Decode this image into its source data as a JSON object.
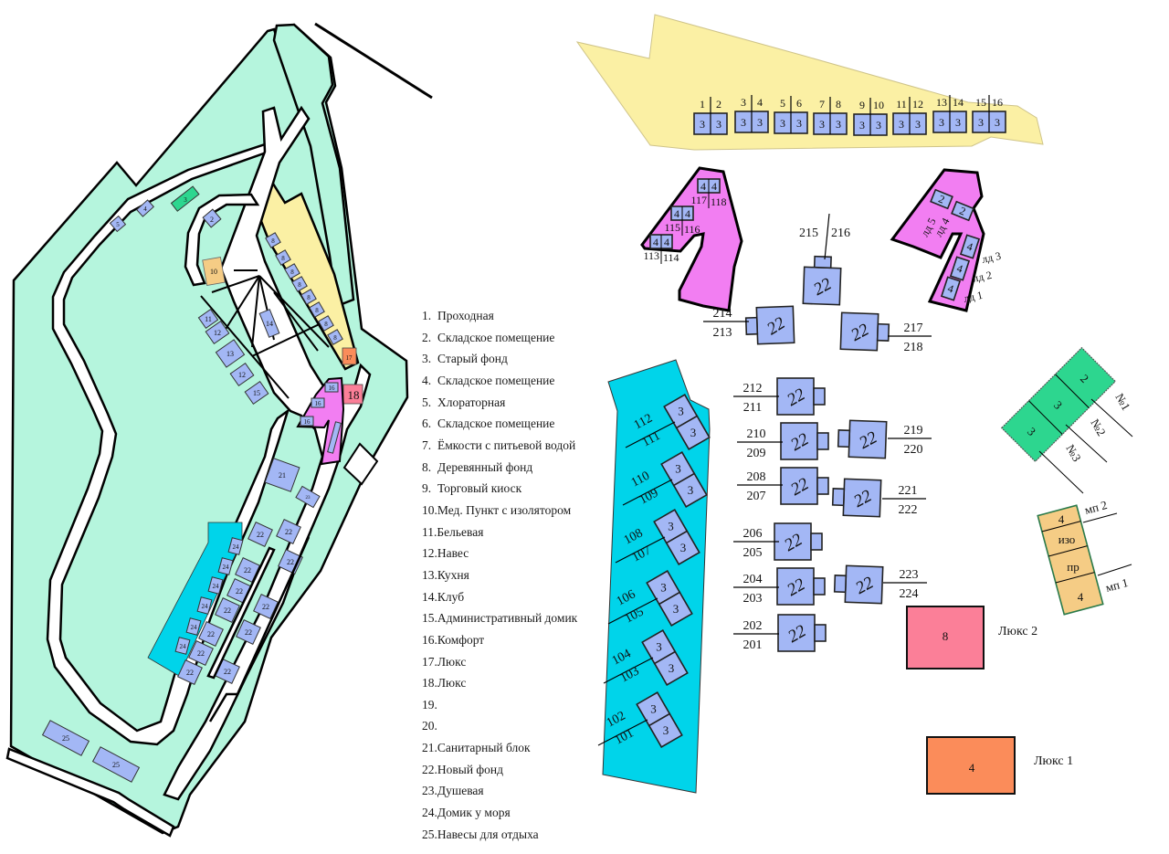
{
  "legend": {
    "items": [
      {
        "num": "1.",
        "label": "Проходная"
      },
      {
        "num": "2.",
        "label": "Складское помещение"
      },
      {
        "num": "3.",
        "label": "Старый фонд"
      },
      {
        "num": "4.",
        "label": "Складское помещение"
      },
      {
        "num": "5.",
        "label": "Хлораторная"
      },
      {
        "num": "6.",
        "label": "Складское помещение"
      },
      {
        "num": "7.",
        "label": "Ёмкости с питьевой водой"
      },
      {
        "num": "8.",
        "label": "Деревянный фонд"
      },
      {
        "num": "9.",
        "label": "Торговый киоск"
      },
      {
        "num": "10.",
        "label": "Мед. Пункт с изолятором"
      },
      {
        "num": "11.",
        "label": "Бельевая"
      },
      {
        "num": "12.",
        "label": "Навес"
      },
      {
        "num": "13.",
        "label": "Кухня"
      },
      {
        "num": "14.",
        "label": "Клуб"
      },
      {
        "num": "15.",
        "label": "Административный домик"
      },
      {
        "num": "16.",
        "label": "Комфорт"
      },
      {
        "num": "17.",
        "label": "Люкс"
      },
      {
        "num": "18.",
        "label": "Люкс"
      },
      {
        "num": "19.",
        "label": ""
      },
      {
        "num": "20.",
        "label": ""
      },
      {
        "num": "21.",
        "label": "Санитарный блок"
      },
      {
        "num": "22.",
        "label": "Новый фонд"
      },
      {
        "num": "23.",
        "label": "Душевая"
      },
      {
        "num": "24.",
        "label": "Домик у моря"
      },
      {
        "num": "25.",
        "label": "Навесы для отдыха"
      }
    ]
  },
  "overview_map": {
    "buildings": {
      "b2": "2",
      "b3": "3",
      "b4": "4",
      "b5": "5",
      "b10": "10",
      "b8": "8",
      "b11": "11",
      "b12a": "12",
      "b13": "13",
      "b12b": "12",
      "b14": "14",
      "b15": "15",
      "b16": "16",
      "b17": "17",
      "b18": "18",
      "b21": "21",
      "b23": "23",
      "b22": "22",
      "b24": "24",
      "b25": "25"
    }
  },
  "old_fund": {
    "capacity": "3",
    "rooms": [
      [
        "1",
        "2"
      ],
      [
        "3",
        "4"
      ],
      [
        "5",
        "6"
      ],
      [
        "7",
        "8"
      ],
      [
        "9",
        "10"
      ],
      [
        "11",
        "12"
      ],
      [
        "13",
        "14"
      ],
      [
        "15",
        "16"
      ]
    ]
  },
  "comfort_left": {
    "capacity": "4",
    "rooms": [
      [
        "113",
        "114"
      ],
      [
        "115",
        "116"
      ],
      [
        "117",
        "118"
      ]
    ]
  },
  "comfort_right": {
    "cap_small": "2",
    "cap_big": "4",
    "labels": [
      "лд 5",
      "лд 4",
      "лд 3",
      "лд 2",
      "лд 1"
    ]
  },
  "new_fund": {
    "capacity": "22",
    "rooms": {
      "r215_216": [
        "215",
        "216"
      ],
      "r214_213": [
        "214",
        "213"
      ],
      "r217_218": [
        "217",
        "218"
      ],
      "r212_211": [
        "212",
        "211"
      ],
      "r210_209": [
        "210",
        "209"
      ],
      "r208_207": [
        "208",
        "207"
      ],
      "r206_205": [
        "206",
        "205"
      ],
      "r204_203": [
        "204",
        "203"
      ],
      "r202_201": [
        "202",
        "201"
      ],
      "r219_220": [
        "219",
        "220"
      ],
      "r221_222": [
        "221",
        "222"
      ],
      "r223_224": [
        "223",
        "224"
      ]
    }
  },
  "sea_houses": {
    "capacity": "3",
    "rooms": [
      [
        "112",
        "111"
      ],
      [
        "110",
        "109"
      ],
      [
        "108",
        "107"
      ],
      [
        "106",
        "105"
      ],
      [
        "104",
        "103"
      ],
      [
        "102",
        "101"
      ]
    ]
  },
  "green_block": {
    "cells": [
      "2",
      "3",
      "3"
    ],
    "labels": [
      "№1",
      "№2",
      "№3"
    ]
  },
  "med_block": {
    "cells": [
      "4",
      "изо",
      "пр",
      "4"
    ],
    "labels": [
      "мп 2",
      "мп 1"
    ]
  },
  "lux": {
    "lux2": {
      "capacity": "8",
      "name": "Люкс 2"
    },
    "lux1": {
      "capacity": "4",
      "name": "Люкс 1"
    }
  },
  "colors": {
    "park_green": "#b5f5dd",
    "old_fund_yellow": "#fbf0a4",
    "comfort_pink": "#f27ef2",
    "sea_cyan": "#00d4ea",
    "house_blue": "#a3b7f5",
    "old_green": "#2dd68f",
    "med_orange": "#f5cc85",
    "lux2_pink": "#fb7f98",
    "lux1_orange": "#fb8c5a"
  }
}
